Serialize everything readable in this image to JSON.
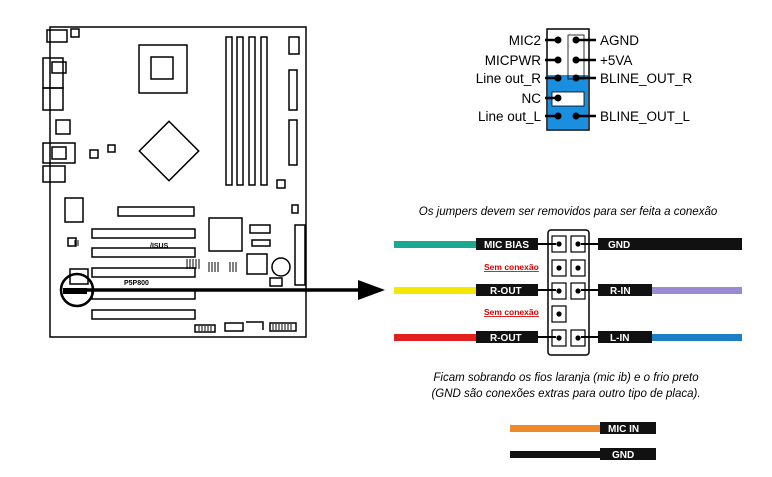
{
  "header_pins": {
    "left": [
      "MIC2",
      "MICPWR",
      "Line out_R",
      "NC",
      "Line out_L"
    ],
    "right": [
      "AGND",
      "+5VA",
      "BLINE_OUT_R",
      "BLINE_OUT_L"
    ]
  },
  "board": {
    "brand": "/ISUS",
    "model": "P5P800"
  },
  "notes": {
    "jumpers": "Os jumpers devem ser removidos para ser feita a conexão",
    "remaining_line1": "Ficam sobrando os fios laranja (mic ib) e o frio preto",
    "remaining_line2": "(GND são conexões extras para outro tipo de placa)."
  },
  "wiring": {
    "mic_bias": "MIC BIAS",
    "gnd": "GND",
    "no_connection_1": "Sem conexão",
    "r_out": "R-OUT",
    "r_in": "R-IN",
    "no_connection_2": "Sem conexão",
    "r_out_2": "R-OUT",
    "l_in": "L-IN"
  },
  "leftover": {
    "mic_in": "MIC IN",
    "gnd": "GND"
  },
  "colors": {
    "teal": "#1aa890",
    "yellow": "#f5e800",
    "red": "#e32020",
    "lavender": "#9a8ad2",
    "blue": "#1f7fc6",
    "orange": "#ee8a2a",
    "black": "#111111",
    "header_blue": "#1a8fe0"
  }
}
